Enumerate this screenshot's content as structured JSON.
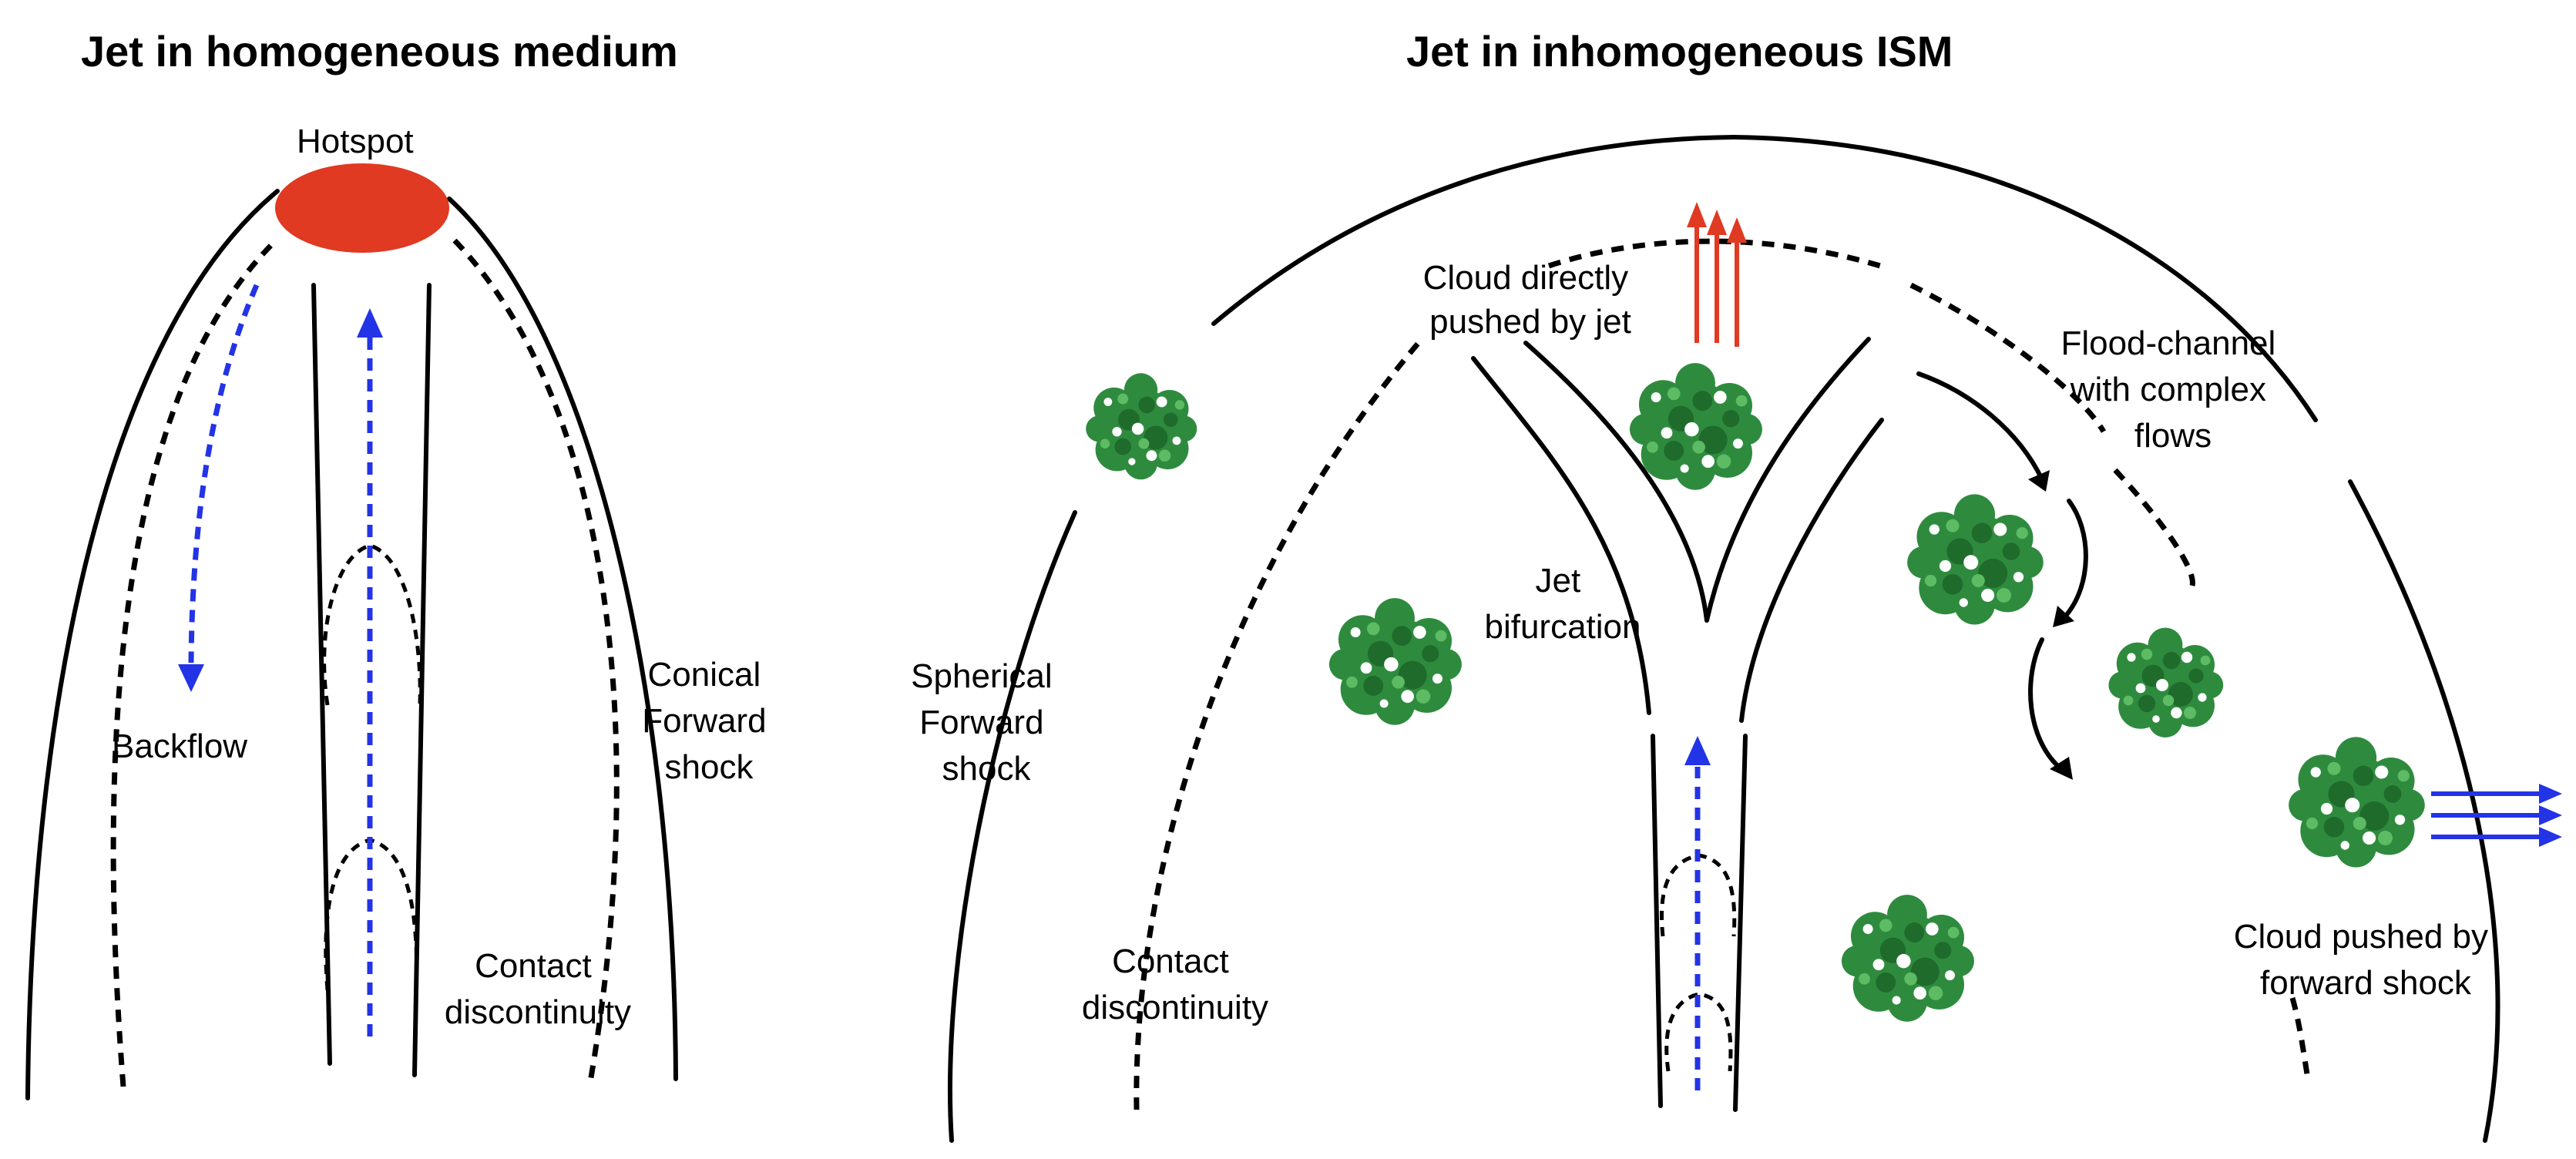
{
  "left_panel": {
    "title": "Jet in homogeneous medium",
    "labels": {
      "hotspot": "Hotspot",
      "backflow": "Backflow",
      "conical_shock": [
        "Conical",
        "Forward",
        "shock"
      ],
      "contact": [
        "Contact",
        "discontinuity"
      ]
    }
  },
  "right_panel": {
    "title": "Jet in inhomogeneous ISM",
    "labels": {
      "cloud_jet": [
        "Cloud directly",
        "pushed by jet"
      ],
      "flood_channel": [
        "Flood-channel",
        "with complex",
        "flows"
      ],
      "bifurcation": [
        "Jet",
        "bifurcation"
      ],
      "spherical_shock": [
        "Spherical",
        "Forward",
        "shock"
      ],
      "contact": [
        "Contact",
        "discontinuity"
      ],
      "cloud_shock": [
        "Cloud pushed by",
        "forward shock"
      ]
    }
  },
  "colors": {
    "hotspot": "#e03a22",
    "jet_flow": "#2333e6",
    "push_arrow_red": "#e03a22",
    "cloud": "#2e8b3e"
  }
}
